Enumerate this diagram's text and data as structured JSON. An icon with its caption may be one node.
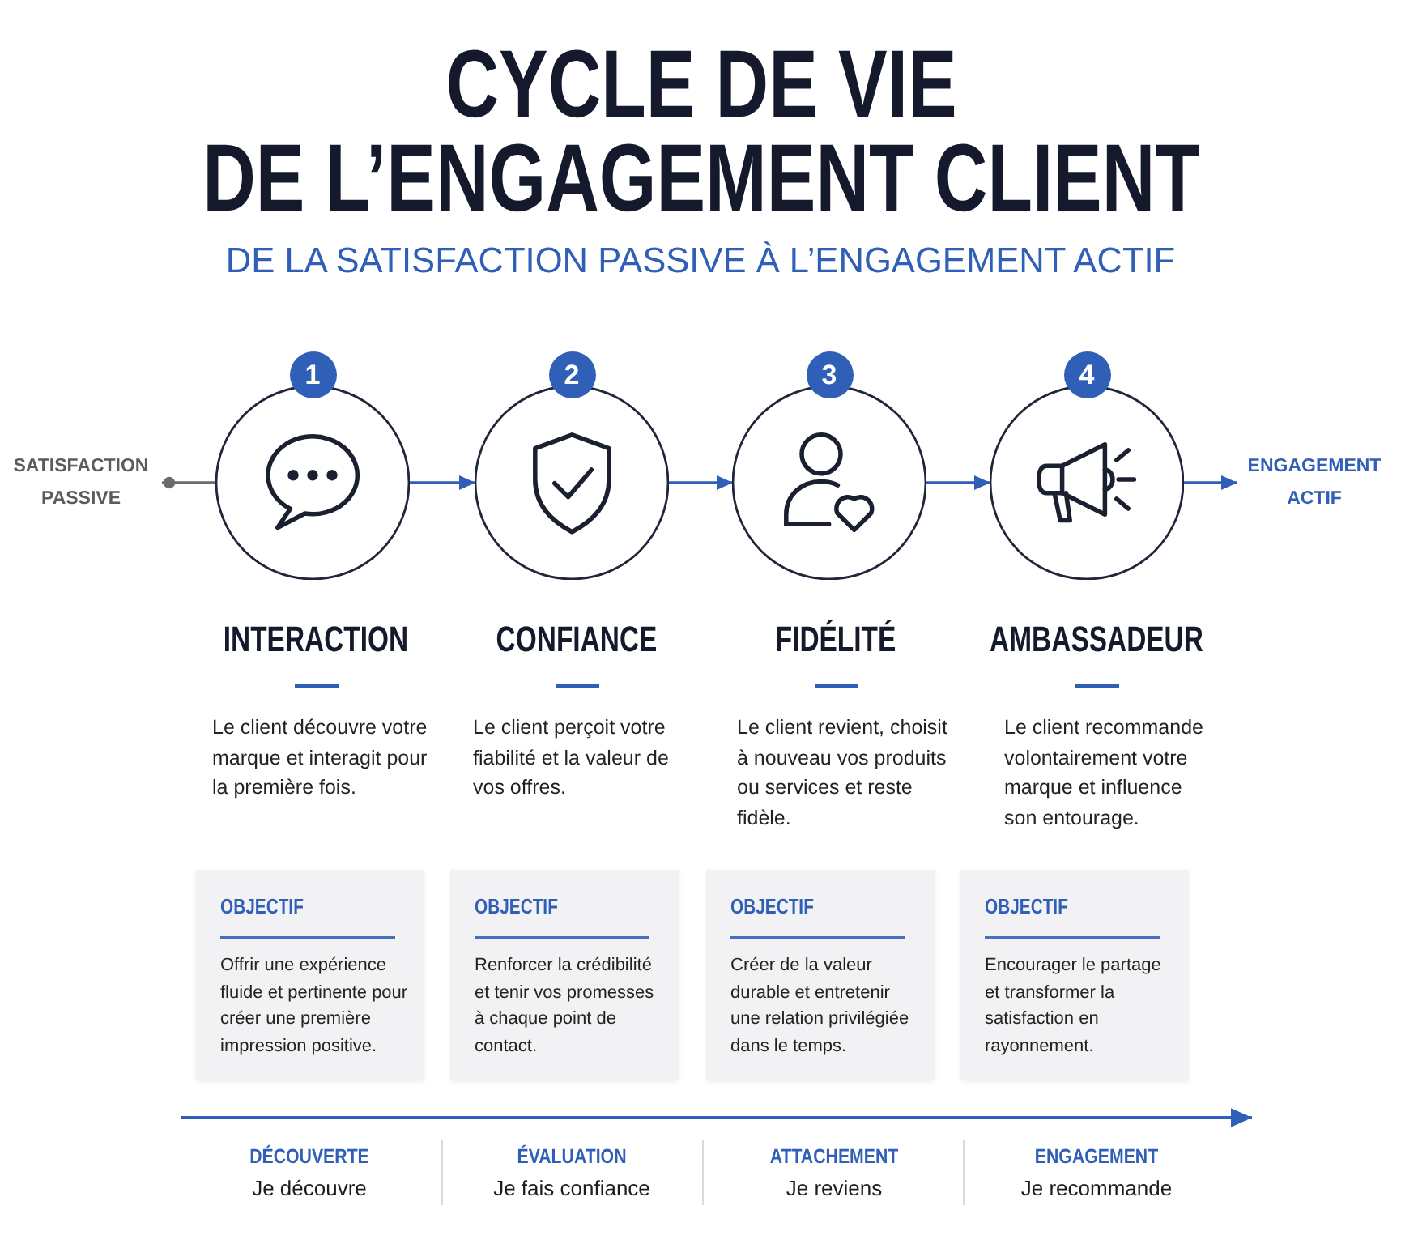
{
  "diagram": {
    "title": "CYCLE DE VIE DE L’ENGAGEMENT CLIENT",
    "nodes": [
      {
        "text": [
          "SATISFACTION PASSIVE"
        ]
      },
      {
        "text": [
          "1"
        ],
        "beside": [
          "INTERACTION",
          "Le client découvre votre marque et interagit pour la première fois."
        ]
      },
      {
        "text": [
          "2"
        ],
        "beside": [
          "CONFIANCE",
          "Le client perçoit votre fiabilité et la valeur de vos offres."
        ]
      },
      {
        "text": [
          "3"
        ],
        "beside": [
          "FIDÉLITÉ",
          "Le client revient, choisit à nouveau vos produits ou services et reste fidèle."
        ]
      },
      {
        "text": [
          "4"
        ],
        "beside": [
          "AMBASSADEUR",
          "Le client recommande volontairement votre marque et influence son entourage."
        ]
      },
      {
        "text": [
          "ENGAGEMENT ACTIF"
        ]
      },
      {
        "text": [
          "OBJECTIF",
          "Offrir une expérience fluide et pertinente pour créer une première impression positive."
        ]
      },
      {
        "text": [
          "OBJECTIF",
          "Renforcer la crédibilité et tenir vos promesses à chaque point de contact."
        ]
      },
      {
        "text": [
          "OBJECTIF",
          "Créer de la valeur durable et entretenir une relation privilégiée dans le temps."
        ]
      },
      {
        "text": [
          "OBJECTIF",
          "Encourager le partage et transformer la satisfaction en rayonnement."
        ]
      }
    ],
    "edges": [
      {
        "from": 0,
        "to": 1,
        "arrow": "other",
        "color": "#6b6b6b"
      },
      {
        "from": 1,
        "to": 2,
        "arrow": "to"
      },
      {
        "from": 2,
        "to": 3,
        "arrow": "to"
      },
      {
        "from": 3,
        "to": 4,
        "arrow": "to"
      },
      {
        "from": 4,
        "to": 5,
        "arrow": "to"
      }
    ],
    "labels": [
      "DE LA SATISFACTION PASSIVE À L’ENGAGEMENT ACTIF",
      "DÉCOUVERTE",
      "Je découvre",
      "ÉVALUATION",
      "Je fais confiance",
      "ATTACHEMENT",
      "Je reviens",
      "ENGAGEMENT",
      "Je recommande"
    ]
  }
}
